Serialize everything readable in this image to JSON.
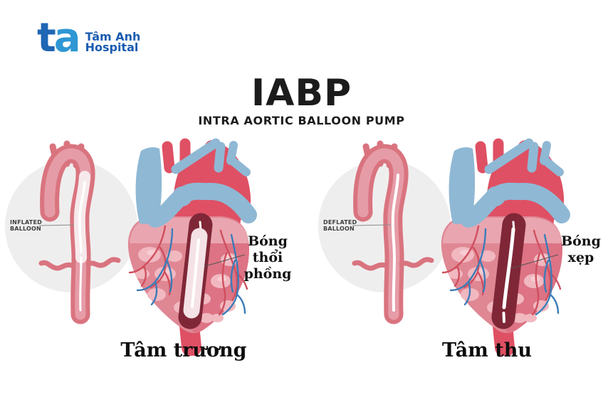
{
  "brand": {
    "mark": {
      "t": "t",
      "a": "a"
    },
    "name": "Tâm Anh",
    "type": "Hospital",
    "colors": {
      "mark_t": "#1e66b4",
      "mark_a": "#2f97d4",
      "text": "#1a5cb0"
    }
  },
  "header": {
    "title": "IABP",
    "subtitle": "INTRA AORTIC BALLOON PUMP"
  },
  "panels": [
    {
      "id": "diastole",
      "caption": "Tâm trương",
      "balloon_state": "inflated",
      "side_label": {
        "line1": "INFLATED",
        "line2": "BALLOON"
      },
      "annotation": {
        "line1": "Bóng thổi",
        "line2": "phồng"
      }
    },
    {
      "id": "systole",
      "caption": "Tâm thu",
      "balloon_state": "deflated",
      "side_label": {
        "line1": "DEFLATED",
        "line2": "BALLOON"
      },
      "annotation": {
        "line1": "Bóng",
        "line2": "xẹp"
      }
    }
  ],
  "illustration_colors": {
    "heart_pink": "#e08794",
    "vessel_red": "#df5064",
    "vein_blue": "#8fb8d4",
    "aorta_pink": "#d9747f",
    "sheath_maroon": "#7f2737",
    "balloon_pale": "#f4e2e6",
    "circle_gray": "#efeeee"
  }
}
